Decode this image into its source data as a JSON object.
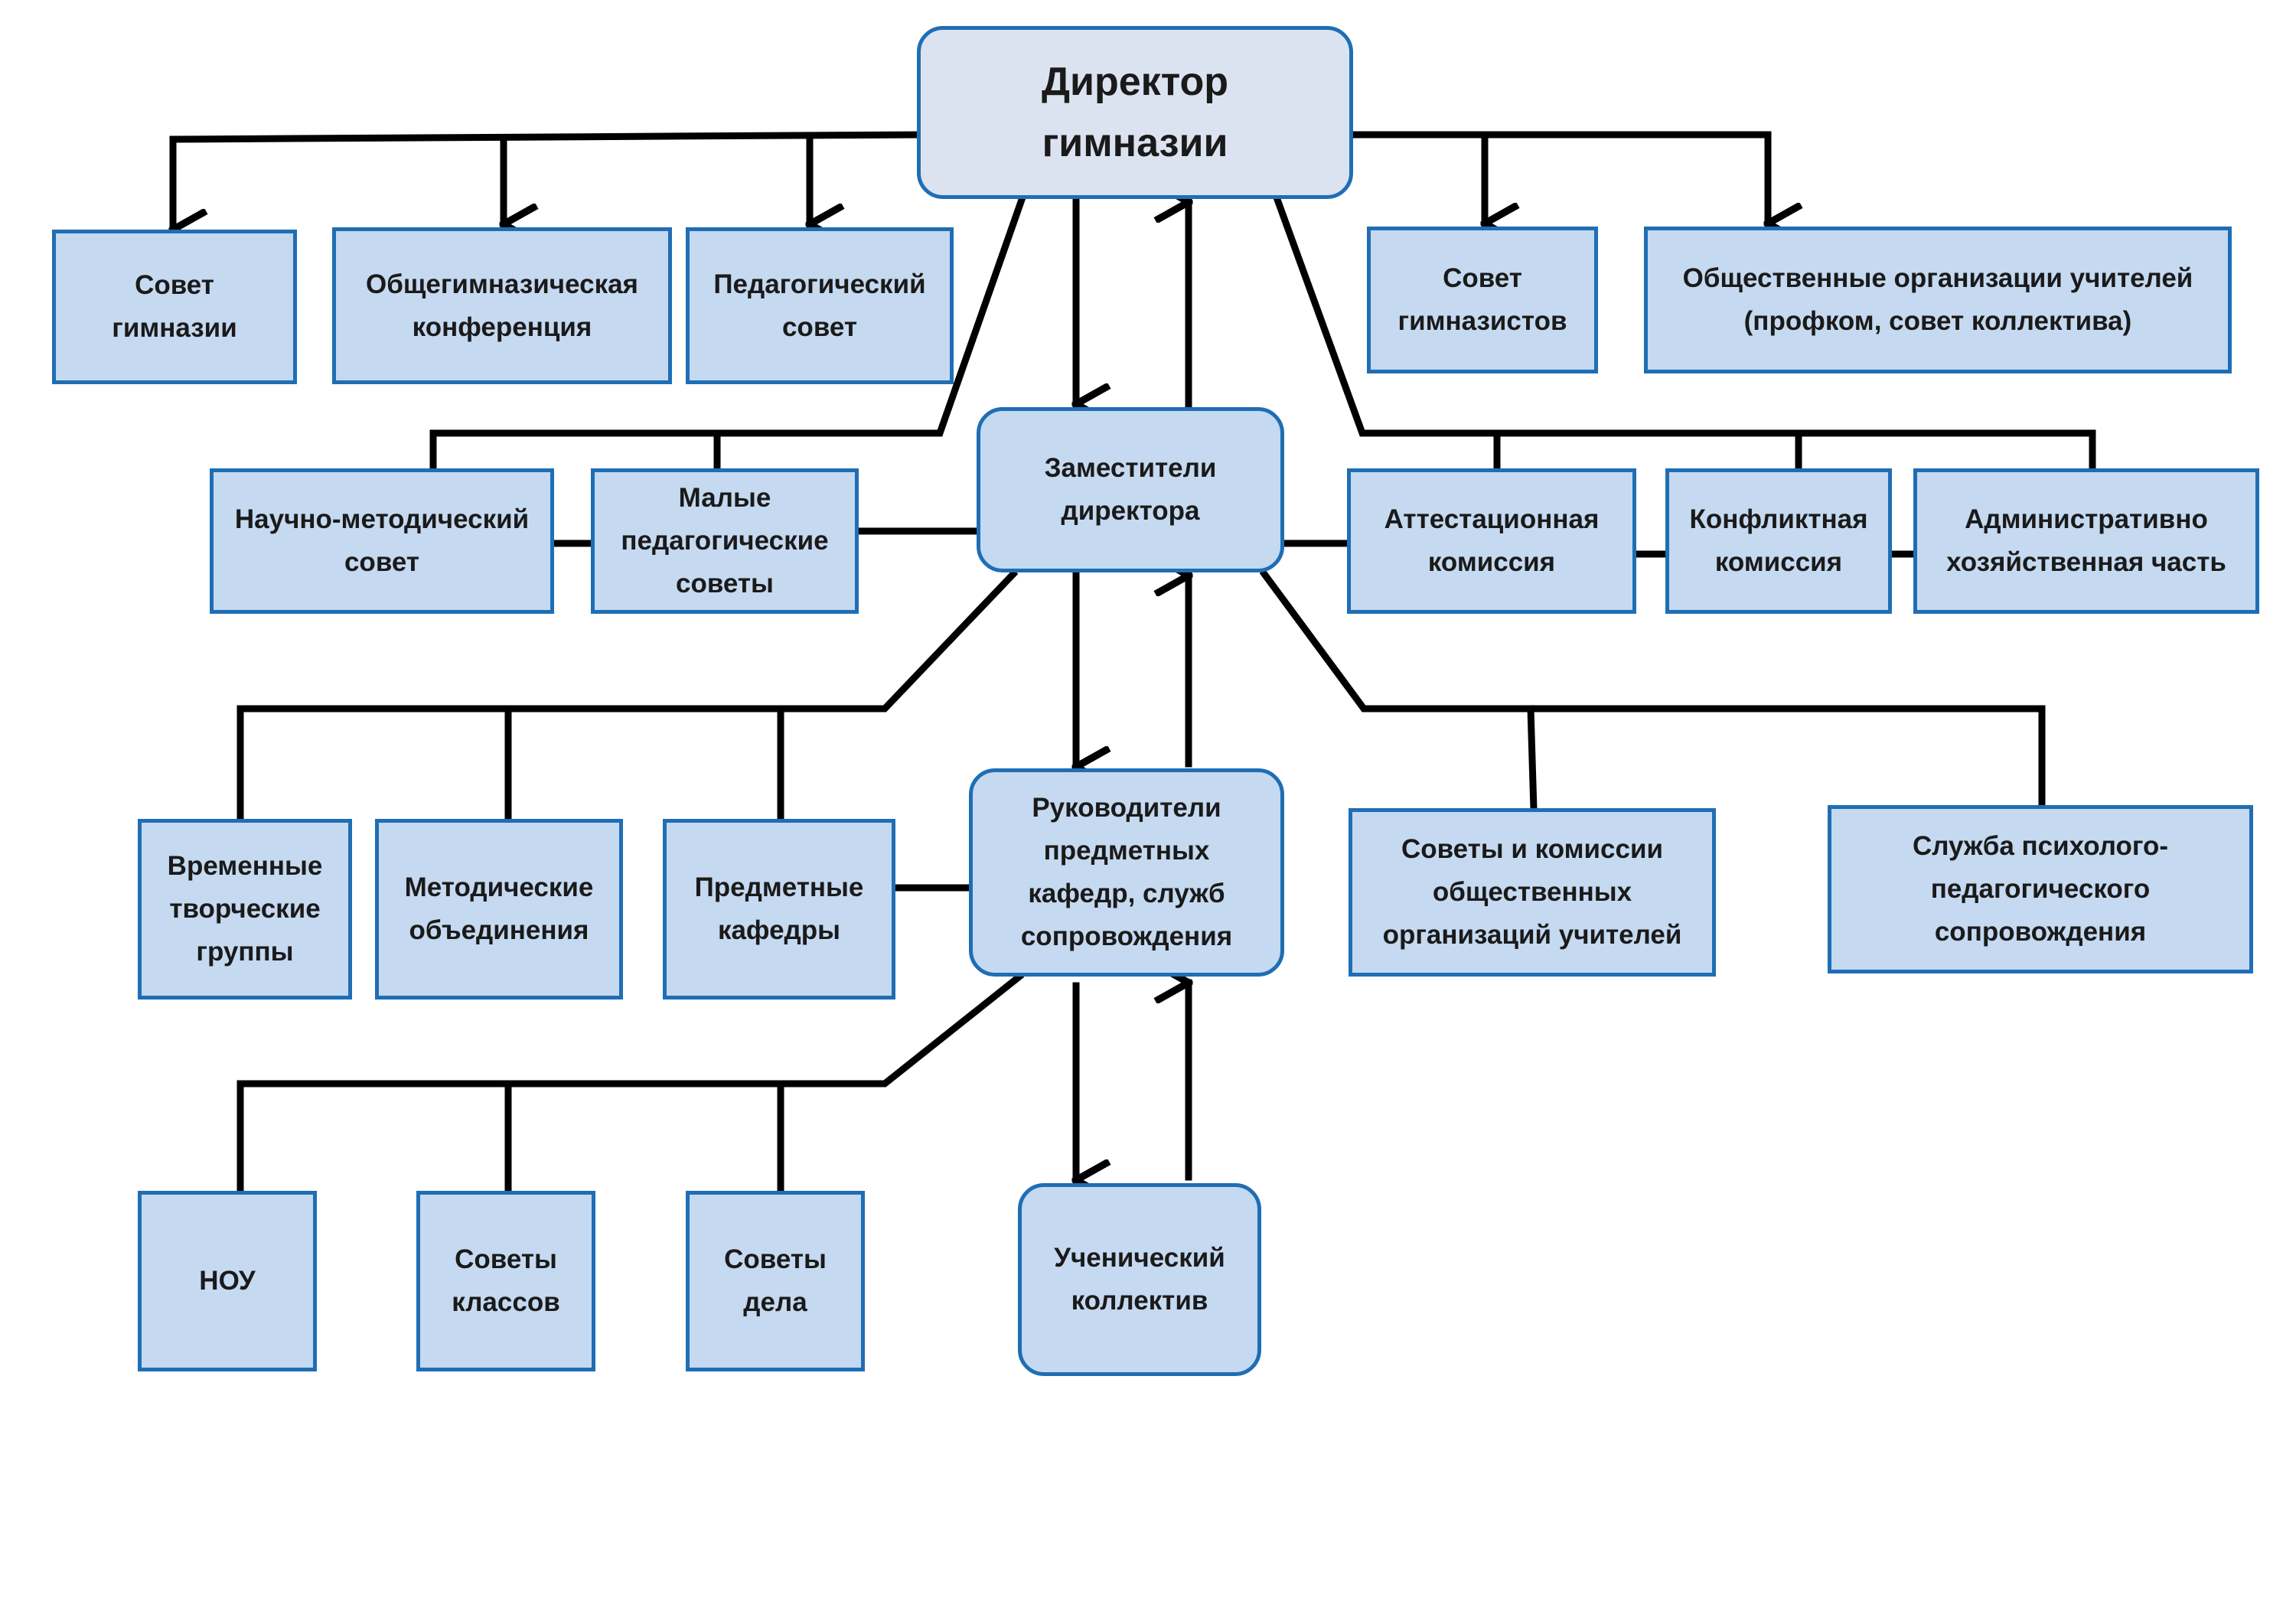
{
  "nodes": {
    "director": "Директор\nгимназии",
    "council": "Совет\nгимназии",
    "conference": "Общегимназическая\nконференция",
    "ped_council": "Педагогический\nсовет",
    "student_council": "Совет\nгимназистов",
    "teacher_orgs": "Общественные организации учителей\n(профком, совет коллектива)",
    "deputies": "Заместители\nдиректора",
    "sci_method": "Научно-методический\nсовет",
    "small_ped": "Малые\nпедагогические\nсоветы",
    "attestation": "Аттестационная\nкомиссия",
    "conflict": "Конфликтная\nкомиссия",
    "admin": "Административно\nхозяйственная часть",
    "heads": "Руководители\nпредметных\nкафедр, служб\nсопровождения",
    "temp_groups": "Временные\nтворческие\nгруппы",
    "method_assoc": "Методические\nобъединения",
    "subject_depts": "Предметные\nкафедры",
    "councils_commissions": "Советы и комиссии\nобщественных\nорганизаций учителей",
    "psych_service": "Служба психолого-\nпедагогического\nсопровождения",
    "nou": "НОУ",
    "class_councils": "Советы\nклассов",
    "affair_councils": "Советы\nдела",
    "student_body": "Ученический\nколлектив"
  },
  "colors": {
    "box_fill": "#c5d9f0",
    "top_box_fill": "#dce3f0",
    "box_border": "#1f6eb5",
    "line": "#000000"
  }
}
